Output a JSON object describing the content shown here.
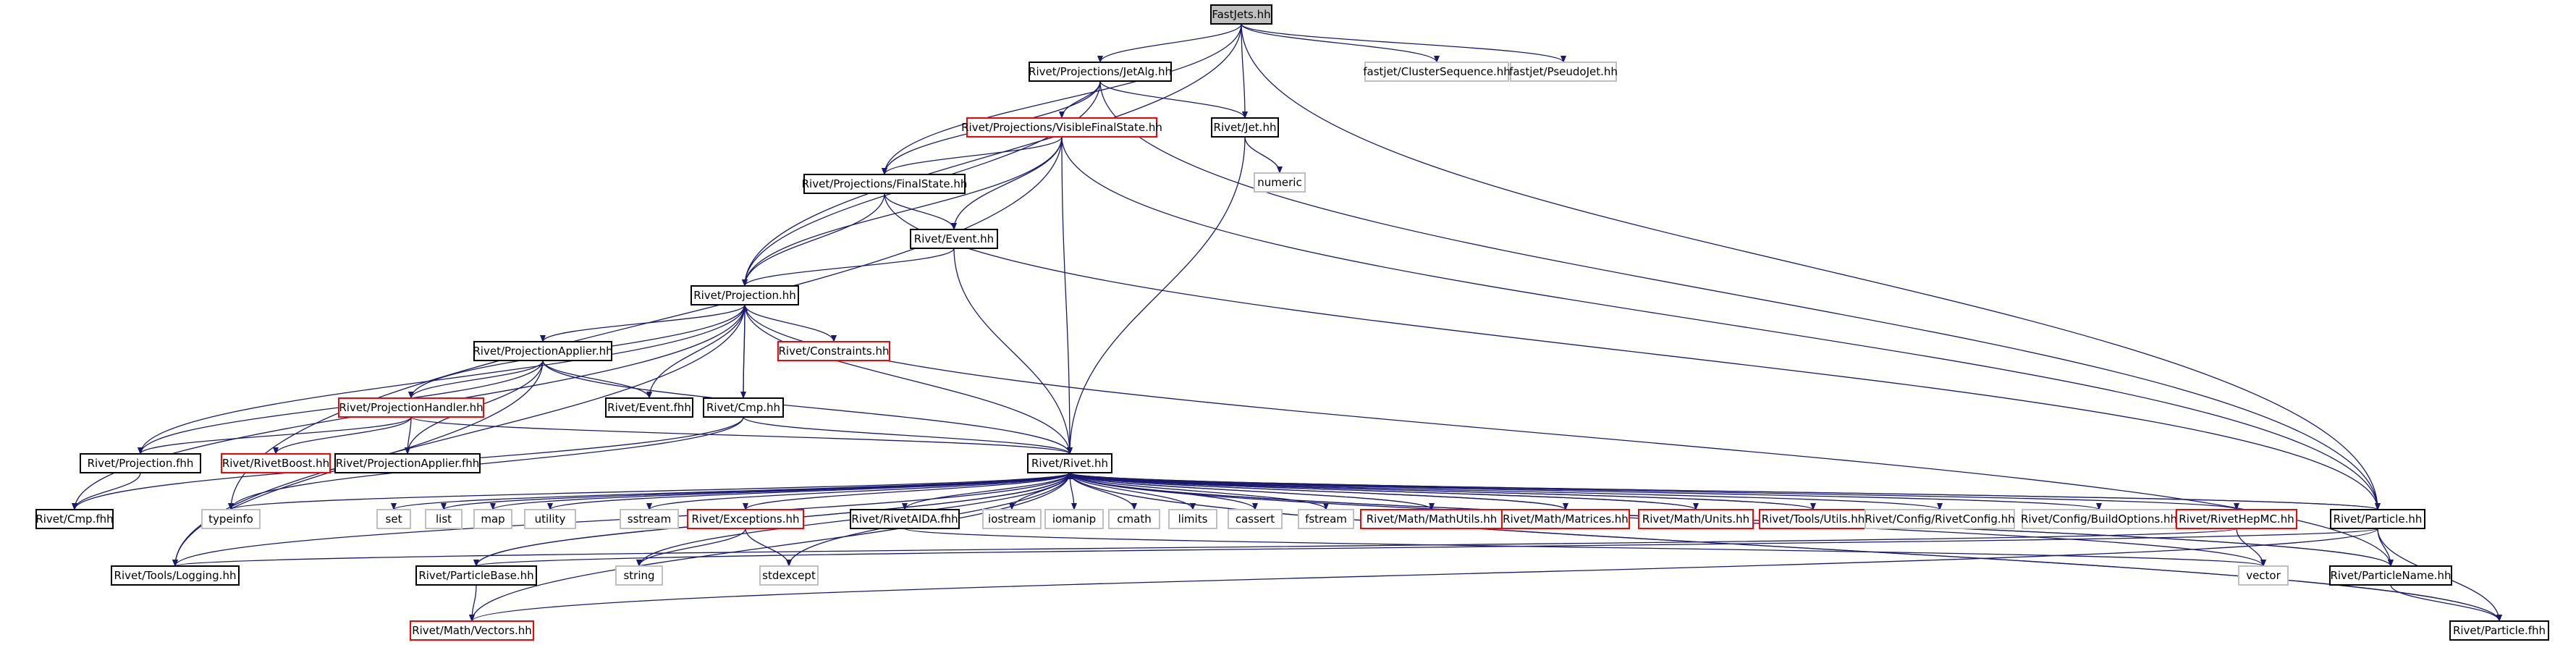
{
  "colors": {
    "edge": "#191970",
    "box_documented": "#000000",
    "box_undocumented": "#ff0000",
    "box_external": "#bfbfbf",
    "root_fill": "#bfbfbf"
  },
  "nodes": {
    "fastjets": {
      "label": "FastJets.hh",
      "kind": "root"
    },
    "jetalg": {
      "label": "Rivet/Projections/JetAlg.hh",
      "kind": "doc"
    },
    "clusterseq": {
      "label": "fastjet/ClusterSequence.hh",
      "kind": "ext"
    },
    "pseudojet": {
      "label": "fastjet/PseudoJet.hh",
      "kind": "ext"
    },
    "visiblefs": {
      "label": "Rivet/Projections/VisibleFinalState.hh",
      "kind": "undoc"
    },
    "jet": {
      "label": "Rivet/Jet.hh",
      "kind": "doc"
    },
    "numeric": {
      "label": "numeric",
      "kind": "ext"
    },
    "finalstate": {
      "label": "Rivet/Projections/FinalState.hh",
      "kind": "doc"
    },
    "event": {
      "label": "Rivet/Event.hh",
      "kind": "doc"
    },
    "projection": {
      "label": "Rivet/Projection.hh",
      "kind": "doc"
    },
    "constraints": {
      "label": "Rivet/Constraints.hh",
      "kind": "undoc"
    },
    "projapplier": {
      "label": "Rivet/ProjectionApplier.hh",
      "kind": "doc"
    },
    "eventfhh": {
      "label": "Rivet/Event.fhh",
      "kind": "doc"
    },
    "projhandler": {
      "label": "Rivet/ProjectionHandler.hh",
      "kind": "undoc"
    },
    "cmp": {
      "label": "Rivet/Cmp.hh",
      "kind": "doc"
    },
    "projfhh": {
      "label": "Rivet/Projection.fhh",
      "kind": "doc"
    },
    "rivetboost": {
      "label": "Rivet/RivetBoost.hh",
      "kind": "undoc"
    },
    "projapplierfhh": {
      "label": "Rivet/ProjectionApplier.fhh",
      "kind": "doc"
    },
    "rivet": {
      "label": "Rivet/Rivet.hh",
      "kind": "doc"
    },
    "cmpfhh": {
      "label": "Rivet/Cmp.fhh",
      "kind": "doc"
    },
    "typeinfo": {
      "label": "typeinfo",
      "kind": "ext"
    },
    "set": {
      "label": "set",
      "kind": "ext"
    },
    "list": {
      "label": "list",
      "kind": "ext"
    },
    "map": {
      "label": "map",
      "kind": "ext"
    },
    "utility": {
      "label": "utility",
      "kind": "ext"
    },
    "sstream": {
      "label": "sstream",
      "kind": "ext"
    },
    "exceptions": {
      "label": "Rivet/Exceptions.hh",
      "kind": "undoc"
    },
    "aidafhh": {
      "label": "Rivet/RivetAIDA.fhh",
      "kind": "doc"
    },
    "iostream": {
      "label": "iostream",
      "kind": "ext"
    },
    "iomanip": {
      "label": "iomanip",
      "kind": "ext"
    },
    "cmath": {
      "label": "cmath",
      "kind": "ext"
    },
    "limits": {
      "label": "limits",
      "kind": "ext"
    },
    "cassert": {
      "label": "cassert",
      "kind": "ext"
    },
    "fstream": {
      "label": "fstream",
      "kind": "ext"
    },
    "mathutils": {
      "label": "Rivet/Math/MathUtils.hh",
      "kind": "undoc"
    },
    "matrices": {
      "label": "Rivet/Math/Matrices.hh",
      "kind": "undoc"
    },
    "units": {
      "label": "Rivet/Math/Units.hh",
      "kind": "undoc"
    },
    "toolsutils": {
      "label": "Rivet/Tools/Utils.hh",
      "kind": "undoc"
    },
    "rivetconfig": {
      "label": "Rivet/Config/RivetConfig.hh",
      "kind": "ext"
    },
    "buildoptions": {
      "label": "Rivet/Config/BuildOptions.hh",
      "kind": "ext"
    },
    "hepmc": {
      "label": "Rivet/RivetHepMC.hh",
      "kind": "undoc"
    },
    "particle": {
      "label": "Rivet/Particle.hh",
      "kind": "doc"
    },
    "logging": {
      "label": "Rivet/Tools/Logging.hh",
      "kind": "doc"
    },
    "particlebase": {
      "label": "Rivet/ParticleBase.hh",
      "kind": "doc"
    },
    "string": {
      "label": "string",
      "kind": "ext"
    },
    "stdexcept": {
      "label": "stdexcept",
      "kind": "ext"
    },
    "vector": {
      "label": "vector",
      "kind": "ext"
    },
    "particlename": {
      "label": "Rivet/ParticleName.hh",
      "kind": "doc"
    },
    "vectors": {
      "label": "Rivet/Math/Vectors.hh",
      "kind": "undoc"
    },
    "particlefhh": {
      "label": "Rivet/Particle.fhh",
      "kind": "doc"
    }
  },
  "edges": [
    [
      "fastjets",
      "jetalg"
    ],
    [
      "fastjets",
      "clusterseq"
    ],
    [
      "fastjets",
      "pseudojet"
    ],
    [
      "fastjets",
      "jet"
    ],
    [
      "fastjets",
      "finalstate"
    ],
    [
      "fastjets",
      "projection"
    ],
    [
      "fastjets",
      "particle"
    ],
    [
      "jetalg",
      "visiblefs"
    ],
    [
      "jetalg",
      "jet"
    ],
    [
      "jetalg",
      "finalstate"
    ],
    [
      "jetalg",
      "projection"
    ],
    [
      "jetalg",
      "particle"
    ],
    [
      "visiblefs",
      "finalstate"
    ],
    [
      "visiblefs",
      "event"
    ],
    [
      "visiblefs",
      "projection"
    ],
    [
      "visiblefs",
      "rivet"
    ],
    [
      "visiblefs",
      "particle"
    ],
    [
      "visiblefs",
      "typeinfo"
    ],
    [
      "jet",
      "numeric"
    ],
    [
      "jet",
      "rivet"
    ],
    [
      "finalstate",
      "event"
    ],
    [
      "finalstate",
      "projection"
    ],
    [
      "finalstate",
      "particle"
    ],
    [
      "event",
      "projection"
    ],
    [
      "event",
      "rivet"
    ],
    [
      "projection",
      "constraints"
    ],
    [
      "projection",
      "projapplier"
    ],
    [
      "projection",
      "eventfhh"
    ],
    [
      "projection",
      "projhandler"
    ],
    [
      "projection",
      "cmp"
    ],
    [
      "projection",
      "projfhh"
    ],
    [
      "projection",
      "rivet"
    ],
    [
      "projection",
      "cmpfhh"
    ],
    [
      "projection",
      "logging"
    ],
    [
      "projection",
      "particlename"
    ],
    [
      "projapplier",
      "eventfhh"
    ],
    [
      "projapplier",
      "projhandler"
    ],
    [
      "projapplier",
      "projfhh"
    ],
    [
      "projapplier",
      "projapplierfhh"
    ],
    [
      "projapplier",
      "rivet"
    ],
    [
      "projapplier",
      "logging"
    ],
    [
      "projhandler",
      "projfhh"
    ],
    [
      "projhandler",
      "rivetboost"
    ],
    [
      "projhandler",
      "projapplierfhh"
    ],
    [
      "projhandler",
      "rivet"
    ],
    [
      "cmp",
      "projection"
    ],
    [
      "cmp",
      "rivet"
    ],
    [
      "cmp",
      "cmpfhh"
    ],
    [
      "cmp",
      "typeinfo"
    ],
    [
      "projfhh",
      "cmpfhh"
    ],
    [
      "rivet",
      "typeinfo"
    ],
    [
      "rivet",
      "set"
    ],
    [
      "rivet",
      "list"
    ],
    [
      "rivet",
      "map"
    ],
    [
      "rivet",
      "utility"
    ],
    [
      "rivet",
      "sstream"
    ],
    [
      "rivet",
      "exceptions"
    ],
    [
      "rivet",
      "aidafhh"
    ],
    [
      "rivet",
      "iostream"
    ],
    [
      "rivet",
      "iomanip"
    ],
    [
      "rivet",
      "cmath"
    ],
    [
      "rivet",
      "limits"
    ],
    [
      "rivet",
      "cassert"
    ],
    [
      "rivet",
      "fstream"
    ],
    [
      "rivet",
      "mathutils"
    ],
    [
      "rivet",
      "matrices"
    ],
    [
      "rivet",
      "units"
    ],
    [
      "rivet",
      "toolsutils"
    ],
    [
      "rivet",
      "rivetconfig"
    ],
    [
      "rivet",
      "buildoptions"
    ],
    [
      "rivet",
      "hepmc"
    ],
    [
      "rivet",
      "particle"
    ],
    [
      "rivet",
      "particlename"
    ],
    [
      "rivet",
      "particlefhh"
    ],
    [
      "rivet",
      "logging"
    ],
    [
      "rivet",
      "particlebase"
    ],
    [
      "rivet",
      "string"
    ],
    [
      "rivet",
      "stdexcept"
    ],
    [
      "rivet",
      "vector"
    ],
    [
      "rivet",
      "vectors"
    ],
    [
      "mathutils",
      "rivet"
    ],
    [
      "matrices",
      "rivet"
    ],
    [
      "units",
      "rivet"
    ],
    [
      "toolsutils",
      "rivet"
    ],
    [
      "exceptions",
      "string"
    ],
    [
      "exceptions",
      "stdexcept"
    ],
    [
      "aidafhh",
      "vector"
    ],
    [
      "hepmc",
      "vector"
    ],
    [
      "hepmc",
      "logging"
    ],
    [
      "particle",
      "rivet"
    ],
    [
      "particle",
      "particlebase"
    ],
    [
      "particle",
      "particlename"
    ],
    [
      "particle",
      "particlefhh"
    ],
    [
      "particle",
      "vectors"
    ],
    [
      "particlebase",
      "rivet"
    ],
    [
      "particlebase",
      "vectors"
    ],
    [
      "particlename",
      "rivet"
    ],
    [
      "particlename",
      "particlefhh"
    ],
    [
      "particlefhh",
      "rivet"
    ]
  ]
}
